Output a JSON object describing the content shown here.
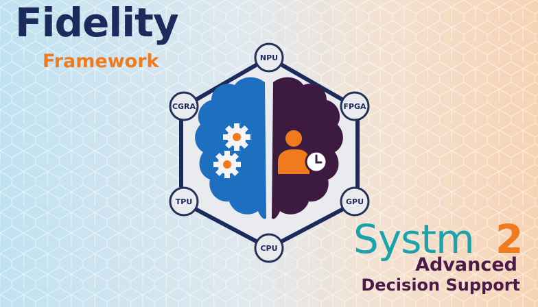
{
  "brand": {
    "title": "Fidelity",
    "subtitle": "Framework"
  },
  "product": {
    "name": "Systm",
    "version": "2",
    "tagline_line1": "Advanced",
    "tagline_line2": "Decision Support"
  },
  "nodes": [
    {
      "label": "NPU"
    },
    {
      "label": "FPGA"
    },
    {
      "label": "GPU"
    },
    {
      "label": "CPU"
    },
    {
      "label": "TPU"
    },
    {
      "label": "CGRA"
    }
  ],
  "icons": {
    "left_hemisphere": "gears-icon",
    "right_hemisphere": "person-clock-icon"
  },
  "colors": {
    "navy": "#1c2a5c",
    "orange": "#f07b1e",
    "teal": "#1aa3ad",
    "purple": "#4a1a48",
    "blue_brain": "#1e6fbf",
    "dark_brain": "#3d1a3f",
    "hex_bg": "#e9ebef",
    "node_stroke": "#243056"
  }
}
